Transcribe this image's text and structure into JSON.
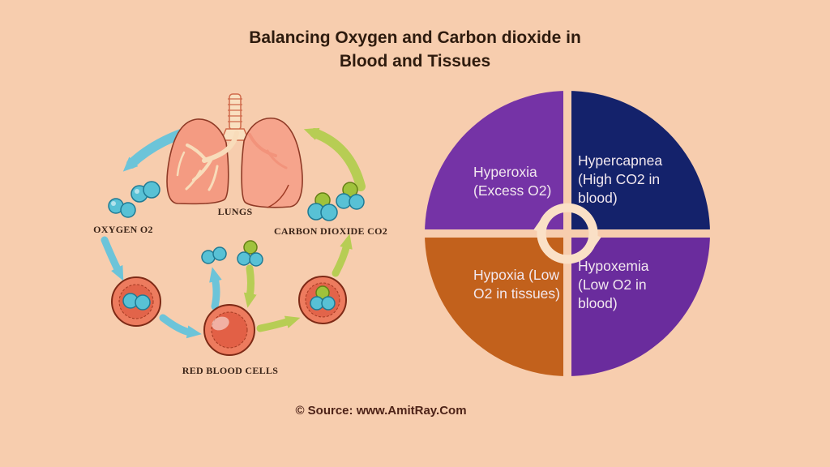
{
  "page": {
    "title_line1": "Balancing Oxygen and Carbon dioxide in",
    "title_line2": "Blood and Tissues",
    "background_color": "#F7CDAE",
    "title_color": "#2E1B0E"
  },
  "cycle_illustration": {
    "labels": {
      "lungs": "LUNGS",
      "oxygen": "OXYGEN O2",
      "carbon_dioxide": "CARBON DIOXIDE CO2",
      "red_blood_cells": "RED BLOOD CELLS"
    },
    "colors": {
      "lung_fill": "#F49B82",
      "oxygen_molecule": "#58C1D5",
      "co2_molecule_green": "#9FC23C",
      "red_blood_cell": "#ED7B5E",
      "arrow_blue": "#6CC4D9",
      "arrow_green": "#B7CD54"
    }
  },
  "quadrant_chart": {
    "quadrants": [
      {
        "id": "top-left",
        "label": "Hyperoxia (Excess O2)",
        "lines": [
          "Hyperoxia",
          "(Excess O2)"
        ],
        "color": "#7533A6"
      },
      {
        "id": "top-right",
        "label": "Hypercapnea (High CO2 in blood)",
        "lines": [
          "Hypercapnea",
          "(High CO2 in",
          "blood)"
        ],
        "color": "#14226B"
      },
      {
        "id": "bottom-left",
        "label": "Hypoxia (Low O2 in tissues)",
        "lines": [
          "Hypoxia (Low",
          "O2 in tissues)"
        ],
        "color": "#C2611C"
      },
      {
        "id": "bottom-right",
        "label": "Hypoxemia (Low O2 in blood)",
        "lines": [
          "Hypoxemia",
          "(Low O2 in",
          "blood)"
        ],
        "color": "#6A2C9D"
      }
    ],
    "center_icon": "cycle-arrows",
    "text_color": "#F2E8EF"
  },
  "footer": {
    "text": "© Source: www.AmitRay.Com",
    "color": "#4E2318"
  }
}
